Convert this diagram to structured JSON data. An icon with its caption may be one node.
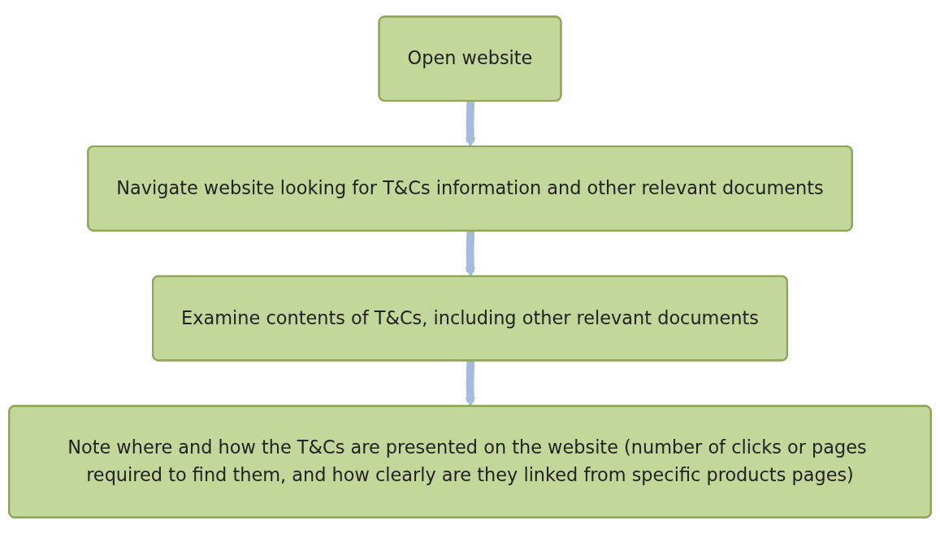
{
  "diagram": {
    "nodes": [
      {
        "text": [
          "Open website"
        ]
      },
      {
        "text": [
          "Navigate website looking for T&Cs information and other relevant documents"
        ]
      },
      {
        "text": [
          "Examine contents of T&Cs, including other relevant documents"
        ]
      },
      {
        "text": [
          "Note where and how the T&Cs are presented on the website (number of clicks or pages required to find them, and how clearly are they linked from specific products pages)"
        ]
      }
    ],
    "edges": [
      {
        "from": 0,
        "to": 1,
        "arrow": "to"
      },
      {
        "from": 1,
        "to": 2,
        "arrow": "to"
      },
      {
        "from": 2,
        "to": 3,
        "arrow": "to"
      }
    ]
  }
}
